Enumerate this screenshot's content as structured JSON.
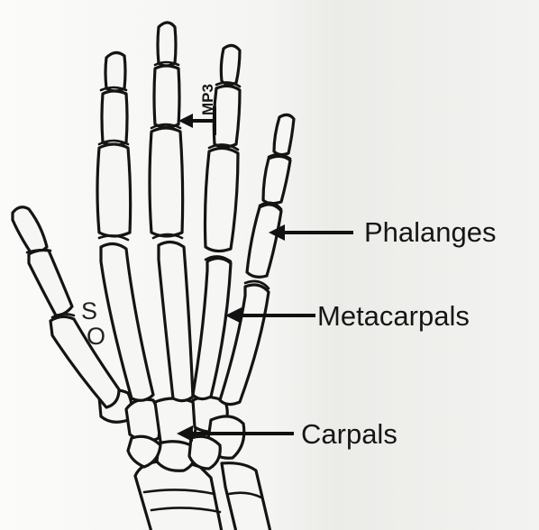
{
  "diagram": {
    "labels": {
      "phalanges": "Phalanges",
      "metacarpals": "Metacarpals",
      "carpals": "Carpals",
      "mp3": "MP3",
      "s": "S",
      "o": "O"
    },
    "colors": {
      "background": "#ffffff",
      "paper_tint": "#eeeeec",
      "bone_fill": "#f6f6f4",
      "ink": "#141414"
    }
  }
}
